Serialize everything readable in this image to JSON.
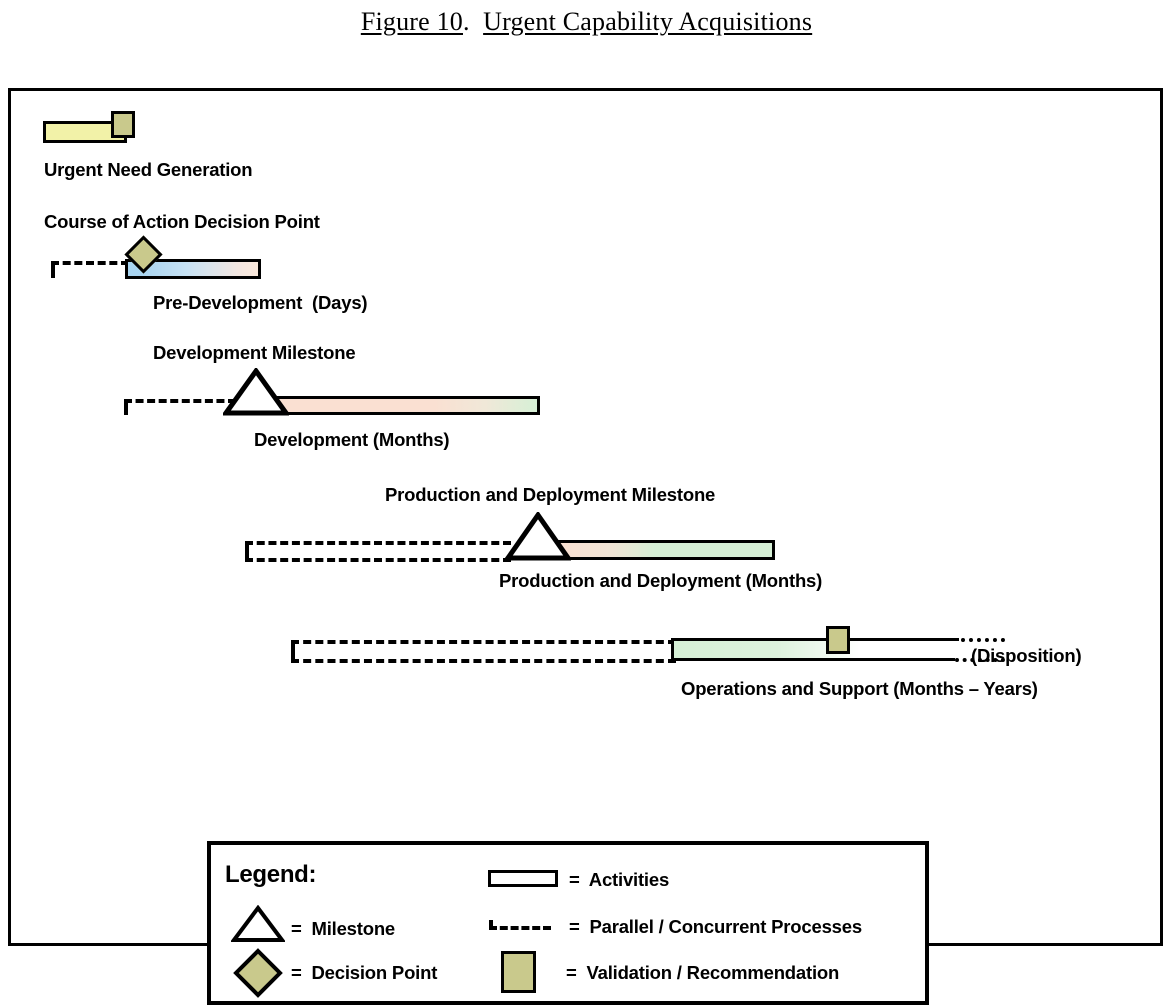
{
  "title": {
    "part1": "Figure 10",
    "separator": ".  ",
    "part2": "Urgent Capability Acquisitions"
  },
  "phases": [
    {
      "id": "urgent-need-generation",
      "label": "Urgent Need Generation",
      "bar_fill": "#f2f2a8",
      "marker": "validation-square"
    },
    {
      "id": "pre-development",
      "milestone_label": "Course of Action Decision Point",
      "label": "Pre-Development  (Days)",
      "bar_fill_start": "#a8d4f0",
      "bar_fill_end": "#fbe9dc",
      "marker": "decision-diamond"
    },
    {
      "id": "development",
      "milestone_label": "Development Milestone",
      "label": "Development (Months)",
      "bar_fill_start": "#fae0d2",
      "bar_fill_end": "#d6f0d6",
      "marker": "milestone-triangle"
    },
    {
      "id": "production-and-deployment",
      "milestone_label": "Production and Deployment Milestone",
      "label": "Production and Deployment (Months)",
      "bar_fill_start": "#fae0d2",
      "bar_fill_end": "#d6f0d6",
      "marker": "milestone-triangle"
    },
    {
      "id": "operations-and-support",
      "label": "Operations and Support (Months – Years)",
      "end_label": "(Disposition)",
      "bar_fill_start": "#d6f0d6",
      "bar_fill_end": "#ffffff",
      "marker": "validation-square"
    }
  ],
  "legend": {
    "title": "Legend:",
    "items": [
      {
        "symbol": "milestone-triangle",
        "text": "=  Milestone"
      },
      {
        "symbol": "decision-diamond",
        "text": "=  Decision Point"
      },
      {
        "symbol": "activity-bar",
        "text": "=  Activities"
      },
      {
        "symbol": "dashed-line",
        "text": "=  Parallel / Concurrent Processes"
      },
      {
        "symbol": "validation-square",
        "text": "=  Validation / Recommendation"
      }
    ]
  },
  "colors": {
    "khaki": "#c9c98c",
    "yellow": "#f2f2a8",
    "blue": "#a8d4f0",
    "peach": "#fae0d2",
    "green": "#d6f0d6",
    "outline": "#000000"
  }
}
